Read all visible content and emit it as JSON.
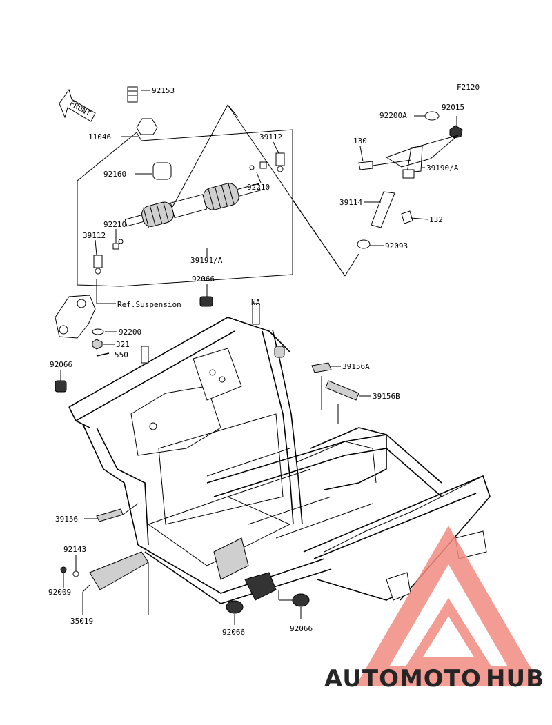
{
  "diagram_code": "F2120",
  "front_label": "FRONT",
  "labels": {
    "p92153": "92153",
    "p11046": "11046",
    "p92160": "92160",
    "p39112_top": "39112",
    "p92210_top": "92210",
    "p92210_left": "92210",
    "p39112_left": "39112",
    "p39191A": "39191/A",
    "p92066_top": "92066",
    "ref_suspension": "Ref.Suspension",
    "p92200": "92200",
    "p321": "321",
    "p550": "550",
    "p92066_left": "92066",
    "pNA": "NA",
    "p39156A": "39156A",
    "p39156B": "39156B",
    "p39156": "39156",
    "p92143": "92143",
    "p92009": "92009",
    "p35019": "35019",
    "p92066_bl": "92066",
    "p92066_br": "92066",
    "p92200A": "92200A",
    "p92015": "92015",
    "p130": "130",
    "p39190A": "39190/A",
    "p39114": "39114",
    "p132": "132",
    "p92093": "92093"
  },
  "watermark": {
    "part1": "AUTOMOTO",
    "part2": "HUB",
    "color1": "#f5a623",
    "color2": "#e0332e",
    "color3": "#555555"
  }
}
